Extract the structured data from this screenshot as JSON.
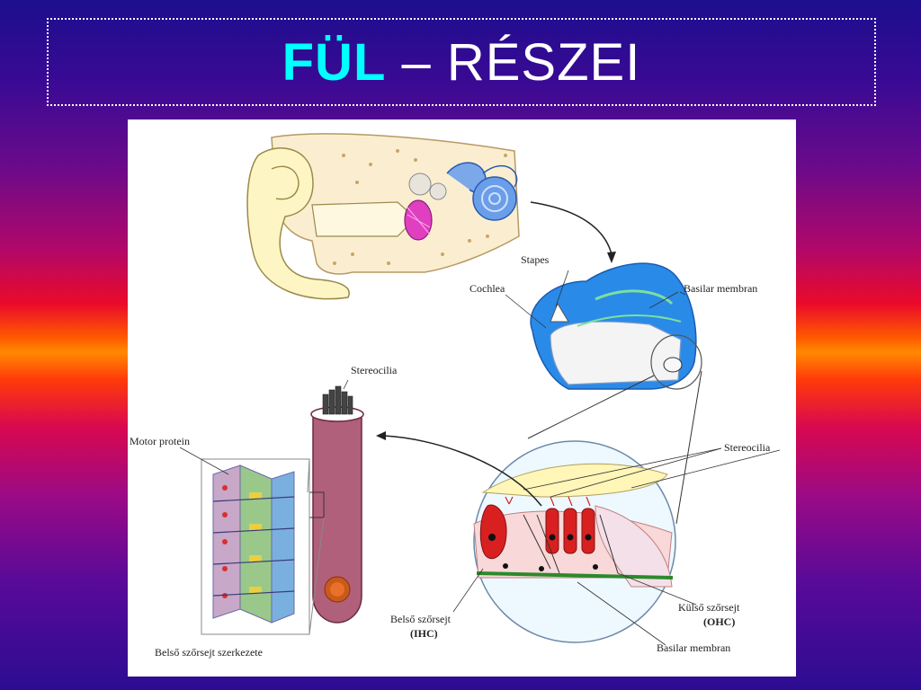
{
  "slide": {
    "title_bold": "FÜL",
    "title_rest": " – RÉSZEI",
    "title_bold_color": "#00ffff"
  },
  "diagram": {
    "labels": {
      "stapes": "Stapes",
      "cochlea": "Cochlea",
      "basilar_top": "Basilar membran",
      "stereocilia_top": "Stereocilia",
      "motor_protein": "Motor protein",
      "stereocilia_right": "Stereocilia",
      "kulso_line1": "Külső szőrsejt",
      "kulso_line2": "(OHC)",
      "belso_line1": "Belső szőrsejt",
      "belso_line2": "(IHC)",
      "basilar_bottom": "Basilar membran",
      "structure_caption": "Belső szőrsejt szerkezete"
    },
    "icons": [
      "ear-anatomy",
      "cochlea-section",
      "hair-cell",
      "motor-protein-lattice",
      "organ-of-corti-zoom"
    ]
  }
}
